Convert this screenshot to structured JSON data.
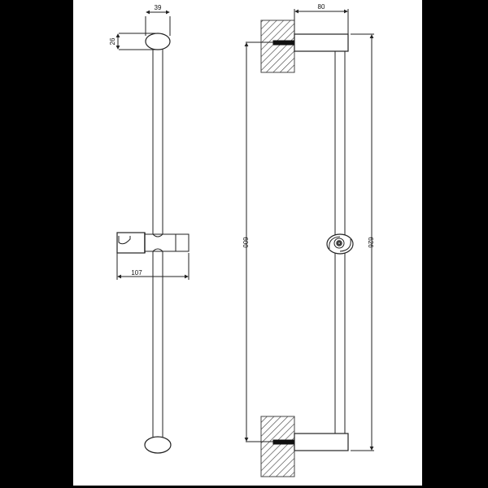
{
  "drawing": {
    "title": "Shower slide rail technical drawing",
    "background": "#000000",
    "sheet_color": "#ffffff",
    "line_color": "#222222",
    "front_view": {
      "dims": {
        "cap_width": "39",
        "cap_height": "26",
        "slider_width": "107"
      }
    },
    "side_view": {
      "dims": {
        "projection": "80",
        "bracket_spacing": "600",
        "overall_length": "626"
      }
    }
  }
}
